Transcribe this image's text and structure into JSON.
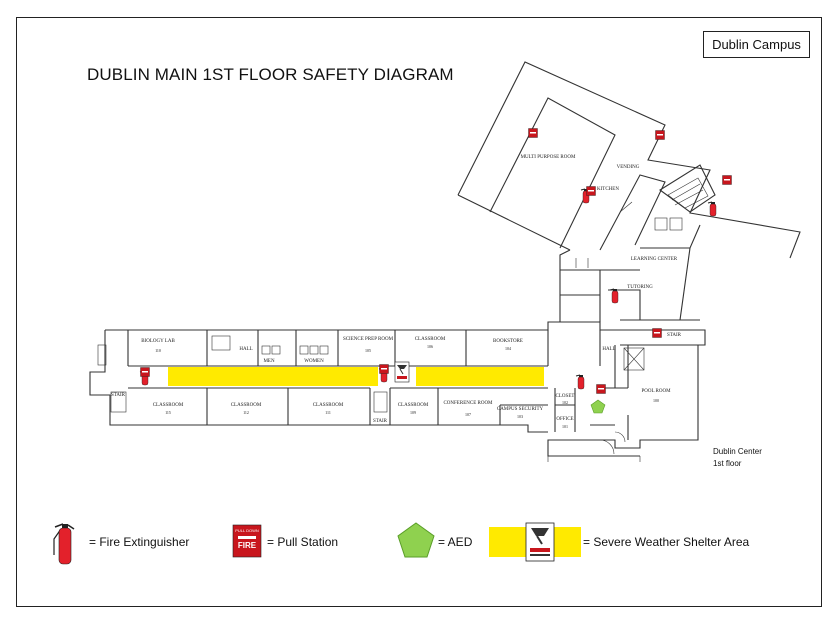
{
  "header": {
    "campus": "Dublin Campus",
    "title": "DUBLIN MAIN 1ST FLOOR SAFETY DIAGRAM"
  },
  "center_label": {
    "line1": "Dublin Center",
    "line2": "1st floor"
  },
  "rooms": {
    "biology_lab": "BIOLOGY LAB",
    "biology_lab_num": "110",
    "science_prep": "SCIENCE PREP ROOM",
    "science_prep_num": "105",
    "classroom_106": "CLASSROOM",
    "classroom_106_num": "106",
    "bookstore": "BOOKSTORE",
    "bookstore_num": "104",
    "classroom_115": "CLASSROOM",
    "classroom_115_num": "115",
    "classroom_112": "CLASSROOM",
    "classroom_112_num": "112",
    "classroom_111": "CLASSROOM",
    "classroom_111_num": "111",
    "classroom_109": "CLASSROOM",
    "classroom_109_num": "109",
    "conference": "CONFERENCE ROOM",
    "conference_num": "107",
    "pool_room": "POOL ROOM",
    "pool_room_num": "100",
    "multipurpose": "MULTI PURPOSE ROOM",
    "men": "MEN",
    "women": "WOMEN",
    "hall_a": "HALL",
    "hall_b": "HALL",
    "stair_a": "STAIR",
    "stair_b": "STAIR",
    "stair_c": "STAIR",
    "office": "OFFICE",
    "office_num": "101",
    "closet": "CLOSET",
    "closet_num": "102",
    "vending": "VENDING",
    "kitchen": "KITCHEN",
    "learning_center": "LEARNING CENTER",
    "tutoring": "TUTORING",
    "campus_security": "CAMPUS SECURITY",
    "campus_security_num": "103"
  },
  "legend": {
    "extinguisher": "= Fire Extinguisher",
    "pull_station": "= Pull Station",
    "aed": "= AED",
    "shelter": "= Severe Weather Shelter Area",
    "pull_station_top": "PULL DOWN",
    "pull_station_word": "FIRE"
  },
  "colors": {
    "extinguisher": "#e3212b",
    "pull_station": "#c8161d",
    "aed": "#8fd14f",
    "shelter": "#ffea00",
    "line": "#333333"
  },
  "icons": {
    "extinguisher": "fire-extinguisher-icon",
    "pull_station": "pull-station-icon",
    "aed": "aed-icon",
    "shelter": "tornado-shelter-icon"
  }
}
